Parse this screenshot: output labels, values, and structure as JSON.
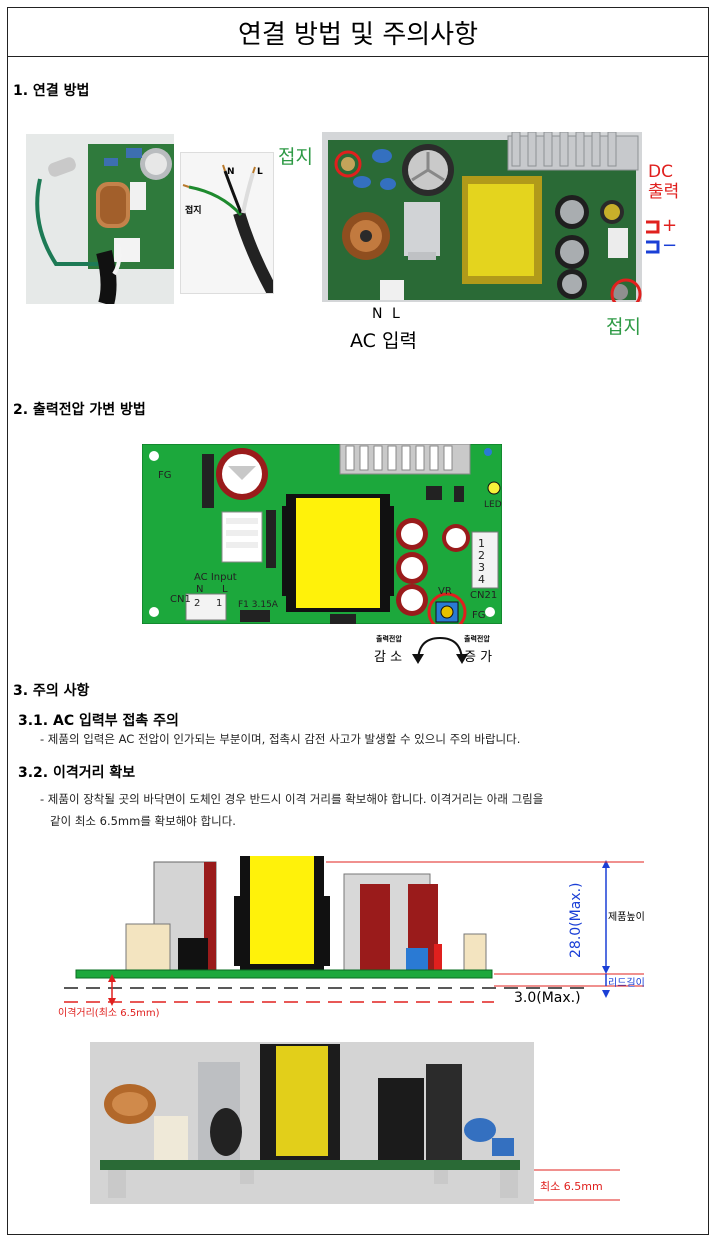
{
  "title": "연결 방법 및 주의사항",
  "section1": {
    "heading": "1. 연결 방법",
    "cable_label_ground": "접지",
    "cable_label_n": "N",
    "cable_label_l": "L",
    "board_label_ground_top": "접지",
    "board_label_ground_bottom": "접지",
    "dc_label_line1": "DC",
    "dc_label_line2": "출력",
    "dc_plus": "+",
    "dc_minus": "−",
    "ac_n": "N",
    "ac_l": "L",
    "ac_input": "AC 입력"
  },
  "section2": {
    "heading": "2. 출력전압 가변 방법",
    "fg_top": "FG",
    "led": "LED",
    "ac_input": "AC Input",
    "n": "N",
    "l": "L",
    "cn1": "CN1",
    "pin2": "2",
    "pin1": "1",
    "fuse": "F1 3.15A",
    "vr": "VR",
    "cn21": "CN21",
    "fg_bottom": "FG",
    "pins": [
      "1",
      "2",
      "3",
      "4"
    ],
    "decrease_small": "출력전압",
    "decrease_big": "감 소",
    "increase_small": "출력전압",
    "increase_big": "증 가"
  },
  "section3": {
    "heading": "3. 주의 사항",
    "sub1": "3.1. AC 입력부 접촉 주의",
    "sub1_text": "- 제품의 입력은 AC 전압이 인가되는 부분이며, 접촉시 감전 사고가 발생할 수 있으니 주의 바랍니다.",
    "sub2": "3.2. 이격거리 확보",
    "sub2_text_line1": "- 제품이 장착될 곳의 바닥면이 도체인 경우 반드시 이격 거리를 확보해야 합니다. 이격거리는 아래 그림을",
    "sub2_text_line2": "같이 최소 6.5mm를 확보해야 합니다.",
    "height_value": "28.0(Max.)",
    "height_label": "제품높이",
    "lead_label": "리드길이",
    "lead_value": "3.0(Max.)",
    "clearance_label": "이격거리(최소 6.5mm)",
    "photo_min_label": "최소 6.5mm"
  }
}
